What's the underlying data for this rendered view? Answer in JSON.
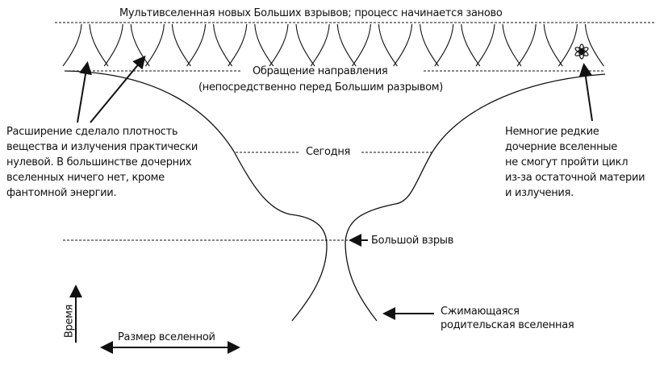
{
  "labels": {
    "top": "Мультивселенная новых Больших взрывов; процесс начинается заново",
    "reversal": "Обращение направления",
    "reversal_note": "(непосредственно перед Большим разрывом)",
    "today": "Сегодня",
    "big_bang": "Большой взрыв",
    "left_note": [
      "Расширение сделало плотность",
      "вещества и излучения практически",
      "нулевой. В большинстве дочерних",
      "вселенных ничего нет, кроме",
      "фантомной энергии."
    ],
    "right_note": [
      "Немногие редкие",
      "дочерние вселенные",
      "не смогут пройти цикл",
      "из-за остаточной материи",
      "и излучения."
    ],
    "parent": [
      "Сжимающаяся",
      "родительская вселенная"
    ],
    "time_axis": "Время",
    "size_axis": "Размер вселенной"
  },
  "daughter_universe_count": 13
}
